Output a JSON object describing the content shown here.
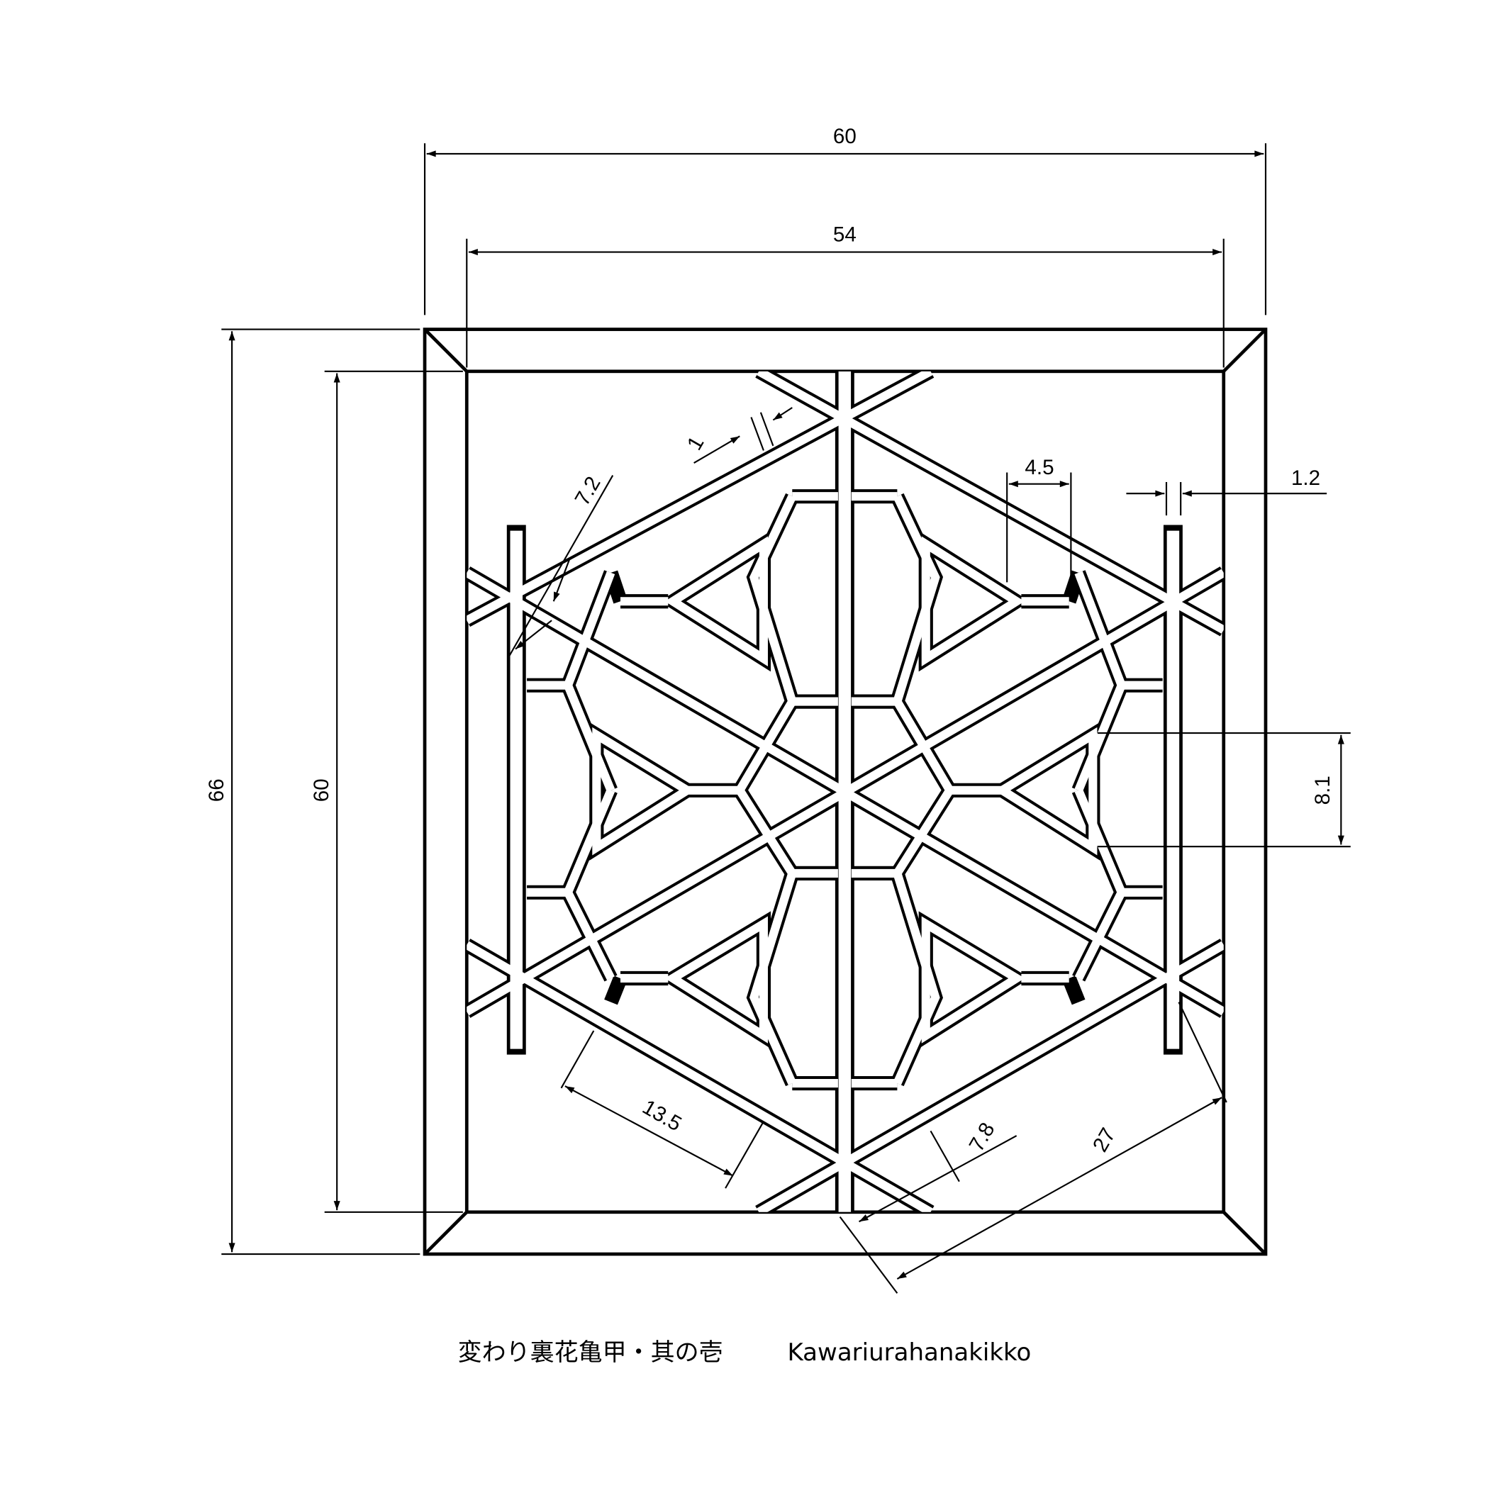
{
  "title": {
    "japanese": "変わり裏花亀甲・其の壱",
    "romaji": "Kawariurahanakikko"
  },
  "colors": {
    "line": "#000000",
    "background": "#ffffff"
  },
  "dimensions": {
    "outer_width": "60",
    "inner_width": "54",
    "outer_height": "66",
    "inner_height": "60",
    "bar_width": "1",
    "diagonal_offset": "7.2",
    "spoke_length": "4.5",
    "post_width": "1.2",
    "triangle_height": "8.1",
    "half_hex": "13.5",
    "band_spacing": "7.8",
    "hex_span": "27"
  }
}
